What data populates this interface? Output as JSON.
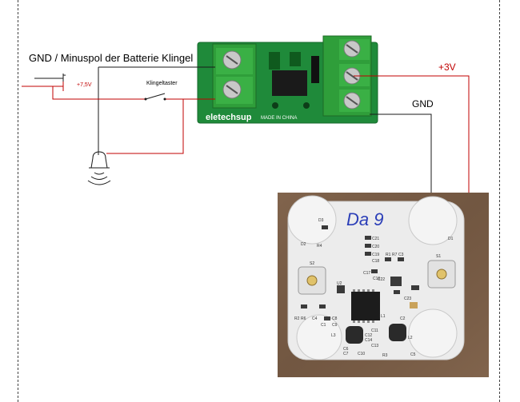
{
  "labels": {
    "gnd_battery": "GND / Minuspol der Batterie Klingel",
    "minus": "-",
    "plus_voltage": "+7,5V",
    "button": "Klingeltaster",
    "plus_3v": "+3V",
    "gnd": "GND"
  },
  "relay_board": {
    "brand": "eletechsup",
    "made_in": "MADE IN CHINA"
  },
  "pcb": {
    "handwriting": "Da 9",
    "components": [
      "D3",
      "D2",
      "S2",
      "R4",
      "U2",
      "C21",
      "C20",
      "C19",
      "C18",
      "C17",
      "C22",
      "C16",
      "C23",
      "R1",
      "R7",
      "C3",
      "S1",
      "D1",
      "R2",
      "R6",
      "C4",
      "C1",
      "C8",
      "C9",
      "L3",
      "L1",
      "C2",
      "C12",
      "C14",
      "C11",
      "C13",
      "L2",
      "C6",
      "C7",
      "R3",
      "C5",
      "C10"
    ]
  },
  "colors": {
    "wire_red": "#c00000",
    "wire_black": "#1a1a1a",
    "board_green": "#1f8a3a",
    "terminal_green": "#33a33a"
  }
}
